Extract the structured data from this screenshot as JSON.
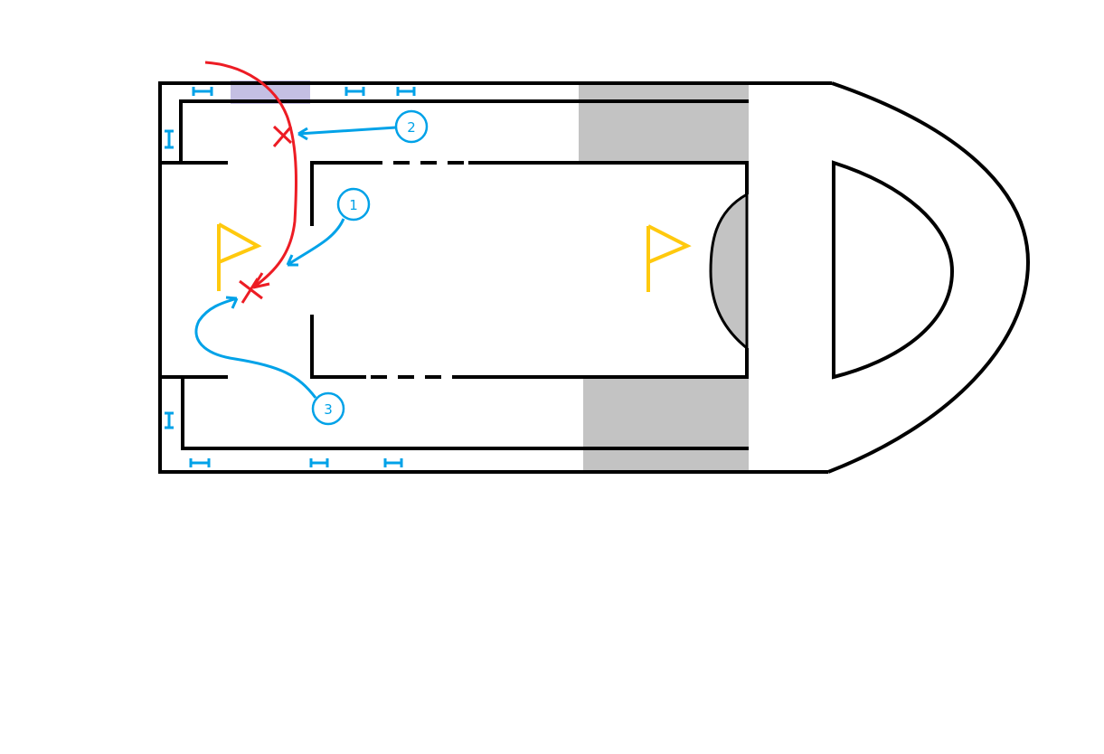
{
  "diagram": {
    "callouts": [
      {
        "label": "1"
      },
      {
        "label": "2"
      },
      {
        "label": "3"
      }
    ]
  },
  "colors": {
    "wall": "#000000",
    "shaded_zone": "#c3c3c3",
    "highlight_zone": "#c4bfe3",
    "flag": "#ffc90e",
    "annotation": "#00a2e8",
    "path": "#ed1c24"
  }
}
